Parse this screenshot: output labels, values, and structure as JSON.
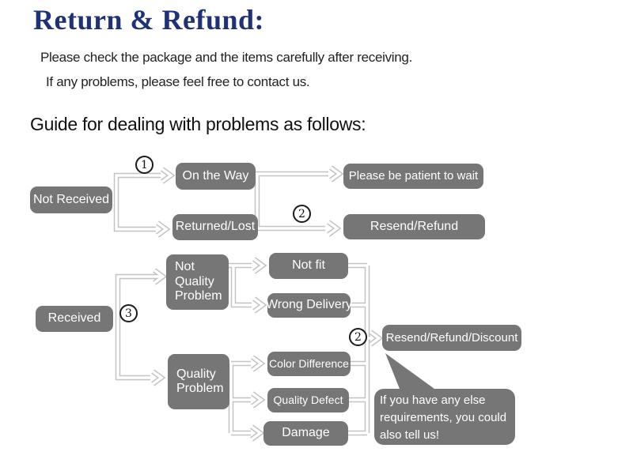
{
  "colors": {
    "navy": "#1f3177",
    "box": "#767676",
    "line": "#c3c3c3",
    "ink": "#1c1c1c"
  },
  "header": {
    "title": "Return & Refund:",
    "intro_line1": "Please check the package and the items carefully after receiving.",
    "intro_line2": "If any problems, please feel free to contact us.",
    "guide_heading": "Guide for dealing with problems as follows:"
  },
  "flow": {
    "not_received": "Not Received",
    "on_the_way": "On the Way",
    "returned_lost": "Returned/Lost",
    "please_wait": "Please be patient to wait",
    "resend_refund": "Resend/Refund",
    "received": "Received",
    "not_quality_problem": "Not Quality Problem",
    "not_fit": "Not fit",
    "wrong_delivery": "Wrong Delivery",
    "quality_problem": "Quality Problem",
    "color_difference": "Color Difference",
    "quality_defect": "Quality Defect",
    "damage": "Damage",
    "resend_refund_discount": "Resend/Refund/Discount",
    "note": "If you have any else\nrequirements, you could\nalso tell us!"
  },
  "markers": {
    "step1": "1",
    "step2": "2",
    "step3": "3"
  }
}
